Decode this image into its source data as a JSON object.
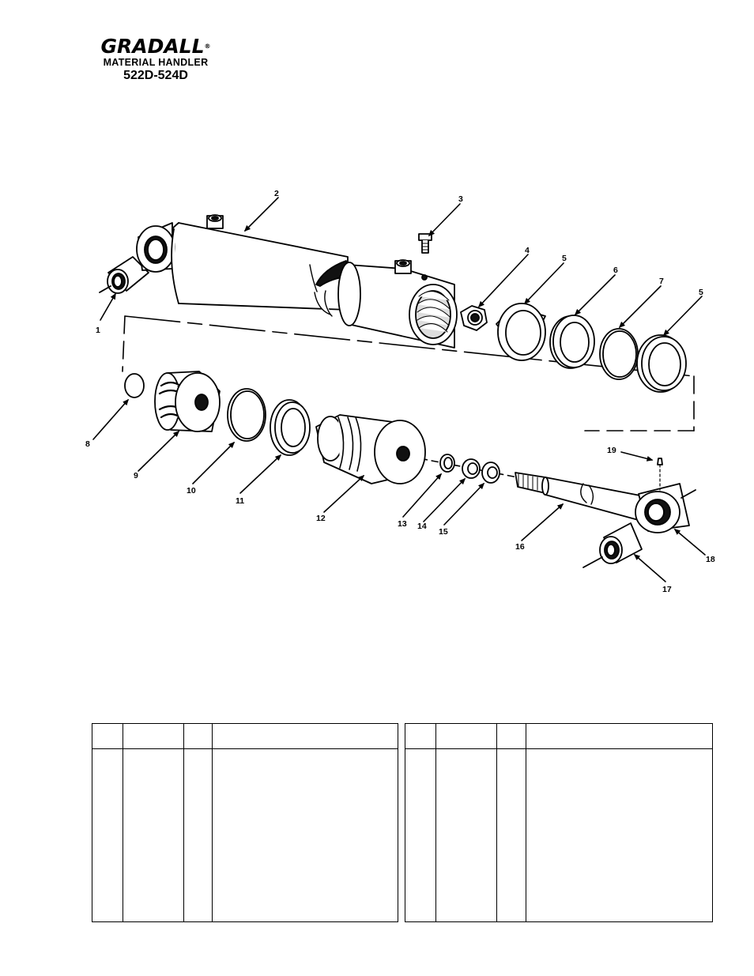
{
  "header": {
    "brand": "GRADALL",
    "registered_mark": "®",
    "product": "MATERIAL HANDLER",
    "models": "522D-524D"
  },
  "diagram": {
    "callouts": [
      "1",
      "2",
      "3",
      "4",
      "5",
      "6",
      "7",
      "5",
      "8",
      "9",
      "10",
      "11",
      "12",
      "13",
      "14",
      "15",
      "16",
      "19",
      "18",
      "17"
    ]
  },
  "parts_tables": [
    {
      "rows": []
    },
    {
      "rows": []
    }
  ]
}
